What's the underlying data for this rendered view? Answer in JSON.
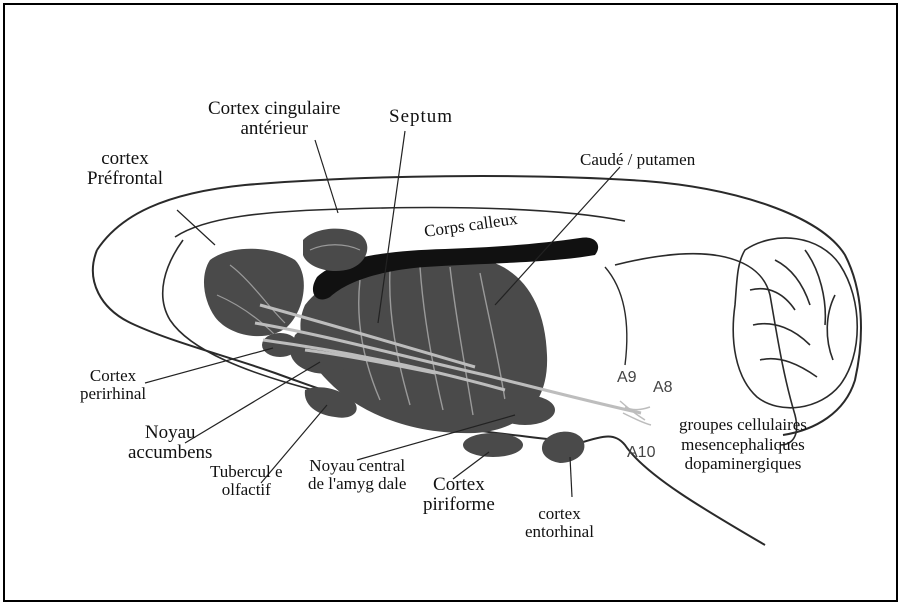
{
  "colors": {
    "outline": "#2a2a2a",
    "structure_fill": "#4a4a4a",
    "corpus_callosum": "#111111",
    "fiber_tract": "#bdbdbd",
    "frame_border": "#000000"
  },
  "labels": {
    "cortex_prefrontal": "cortex\nPréfrontal",
    "cortex_cingulaire": "Cortex cingulaire\nantérieur",
    "septum": "Septum",
    "caude_putamen": "Caudé / putamen",
    "corps_calleux": "Corps calleux",
    "cortex_perirhinal": "Cortex\nperirhinal",
    "noyau_accumbens": "Noyau\naccumbens",
    "tubercule_olfactif": "Tubercul e\nolfactif",
    "noyau_central_amygdale": "Noyau central\nde l'amyg dale",
    "cortex_piriforme": "Cortex\npiriforme",
    "cortex_entorhinal": "cortex\nentorhinal",
    "a9": "A9",
    "a8": "A8",
    "a10": "A10",
    "groupes_cellulaires": "groupes cellulaires\nmesencephaliques\ndopaminergiques"
  }
}
